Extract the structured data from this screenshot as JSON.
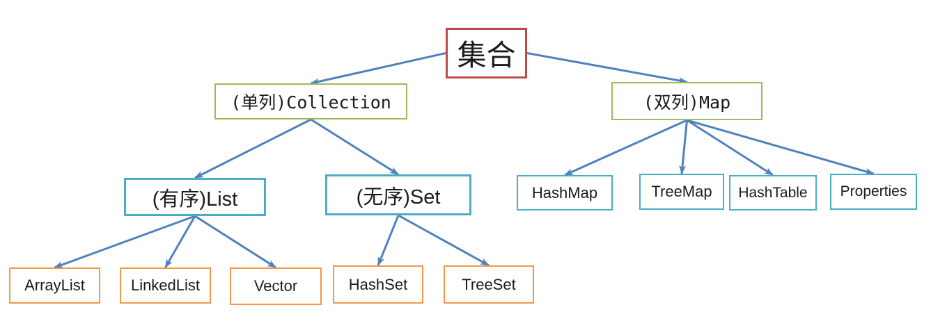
{
  "diagram": {
    "description": "Java collections hierarchy tree",
    "background_color": "#ffffff",
    "arrow_color": "#4f81bd",
    "colors": {
      "root_border": "#bf4b48",
      "level2_border": "#9bbb59",
      "level3_border": "#4bacc6",
      "level4_border": "#f79646"
    },
    "nodes": [
      {
        "id": "root",
        "label": "集合",
        "border": "#bf4b48"
      },
      {
        "id": "collection",
        "label": "(单列)Collection",
        "border": "#9bbb59"
      },
      {
        "id": "map",
        "label": "(双列)Map",
        "border": "#9bbb59"
      },
      {
        "id": "list",
        "label": "(有序)List",
        "border": "#4bacc6"
      },
      {
        "id": "set",
        "label": "(无序)Set",
        "border": "#4bacc6"
      },
      {
        "id": "hashmap",
        "label": "HashMap",
        "border": "#4bacc6"
      },
      {
        "id": "treemap",
        "label": "TreeMap",
        "border": "#4bacc6"
      },
      {
        "id": "hashtable",
        "label": "HashTable",
        "border": "#4bacc6"
      },
      {
        "id": "properties",
        "label": "Properties",
        "border": "#4bacc6"
      },
      {
        "id": "arraylist",
        "label": "ArrayList",
        "border": "#f79646"
      },
      {
        "id": "linkedlist",
        "label": "LinkedList",
        "border": "#f79646"
      },
      {
        "id": "vector",
        "label": "Vector",
        "border": "#f79646"
      },
      {
        "id": "hashset",
        "label": "HashSet",
        "border": "#f79646"
      },
      {
        "id": "treeset",
        "label": "TreeSet",
        "border": "#f79646"
      }
    ],
    "edges": [
      {
        "from": "root",
        "to": "collection",
        "fromAnchor": "left"
      },
      {
        "from": "root",
        "to": "map",
        "fromAnchor": "right"
      },
      {
        "from": "collection",
        "to": "list",
        "fromAnchor": "bottom"
      },
      {
        "from": "collection",
        "to": "set",
        "fromAnchor": "bottom"
      },
      {
        "from": "map",
        "to": "hashmap",
        "fromAnchor": "bottom"
      },
      {
        "from": "map",
        "to": "treemap",
        "fromAnchor": "bottom"
      },
      {
        "from": "map",
        "to": "hashtable",
        "fromAnchor": "bottom"
      },
      {
        "from": "map",
        "to": "properties",
        "fromAnchor": "bottom"
      },
      {
        "from": "list",
        "to": "arraylist",
        "fromAnchor": "bottom"
      },
      {
        "from": "list",
        "to": "linkedlist",
        "fromAnchor": "bottom"
      },
      {
        "from": "list",
        "to": "vector",
        "fromAnchor": "bottom"
      },
      {
        "from": "set",
        "to": "hashset",
        "fromAnchor": "bottom"
      },
      {
        "from": "set",
        "to": "treeset",
        "fromAnchor": "bottom"
      }
    ]
  }
}
